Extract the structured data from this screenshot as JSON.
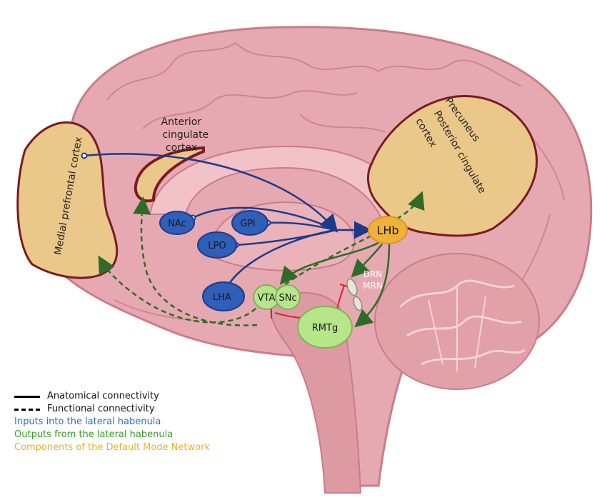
{
  "regions": {
    "mpfc": "Medial prefrontal cortex",
    "acc": [
      "Anterior",
      "cingulate",
      "cortex"
    ],
    "precuneus": "Precuneus",
    "pcc": [
      "Posterior cingulate",
      "cortex"
    ],
    "nac": "NAc",
    "gpi": "GPi",
    "lpo": "LPO",
    "lha": "LHA",
    "lhb": "LHb",
    "vta": "VTA",
    "snc": "SNc",
    "rmtg": "RMTg",
    "drn": "DRN",
    "mrn": "MRN"
  },
  "legend": {
    "anatomical": "Anatomical connectivity",
    "functional": "Functional connectivity",
    "inputs": "Inputs into the lateral habenula",
    "outputs": "Outputs from the lateral habenula",
    "dmn": "Components of the Default Mode Network"
  },
  "colors": {
    "brain": "#e7a9b1",
    "brain_dark": "#c97d88",
    "cortex_tan": "#e9c88a",
    "cortex_border": "#7a1a22",
    "input_blue": "#1d3a8a",
    "node_blue": "#2f5fb8",
    "output_green": "#2e6b26",
    "node_green": "#b7e58a",
    "lhb_orange": "#f0b13a",
    "inhibit_red": "#d8242c",
    "legend_blue": "#2e6fc9",
    "legend_green": "#3a9a2c",
    "legend_yellow": "#e6b422"
  }
}
